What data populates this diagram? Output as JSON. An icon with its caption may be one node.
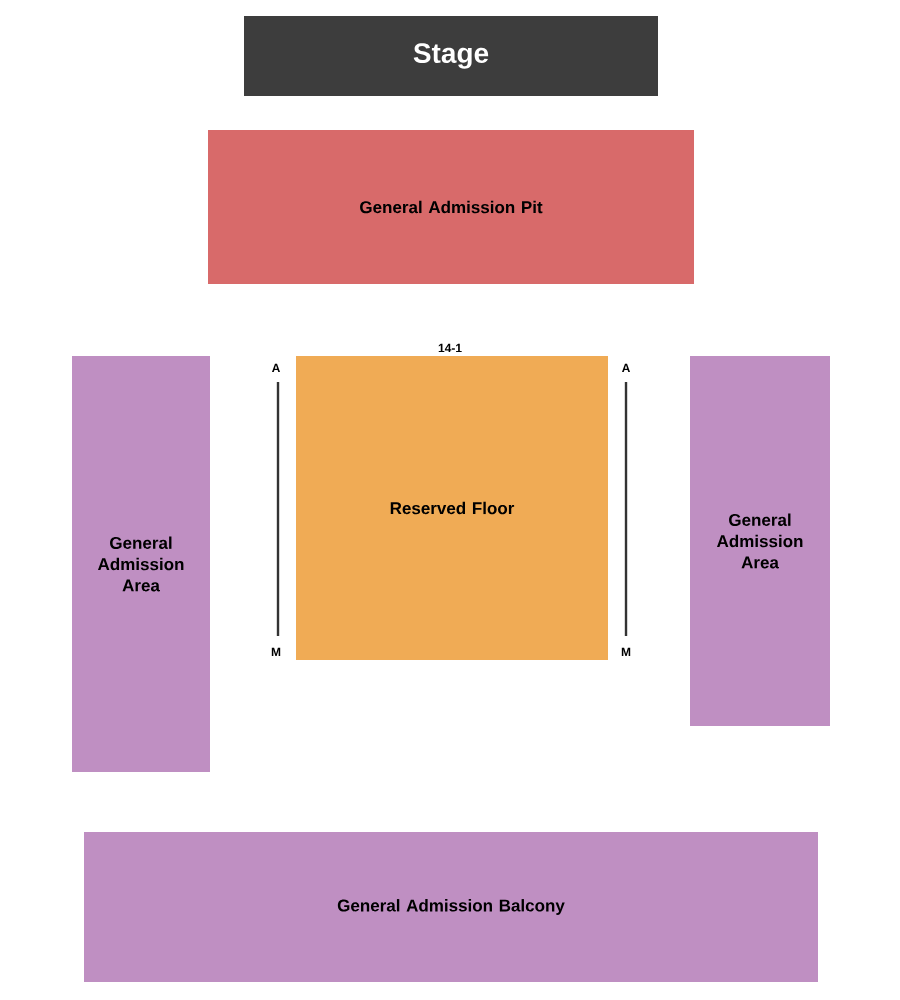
{
  "diagram": {
    "nodes": [
      {
        "text": [
          "Stage"
        ]
      },
      {
        "text": [
          "General Admission Pit"
        ]
      },
      {
        "text": [
          "General Admission Area"
        ]
      },
      {
        "text": [
          "Reserved Floor"
        ]
      },
      {
        "text": [
          "General Admission Area"
        ]
      },
      {
        "text": [
          "General Admission Balcony"
        ]
      }
    ],
    "labels": [
      "14-1",
      "A",
      "A",
      "M",
      "M"
    ]
  }
}
